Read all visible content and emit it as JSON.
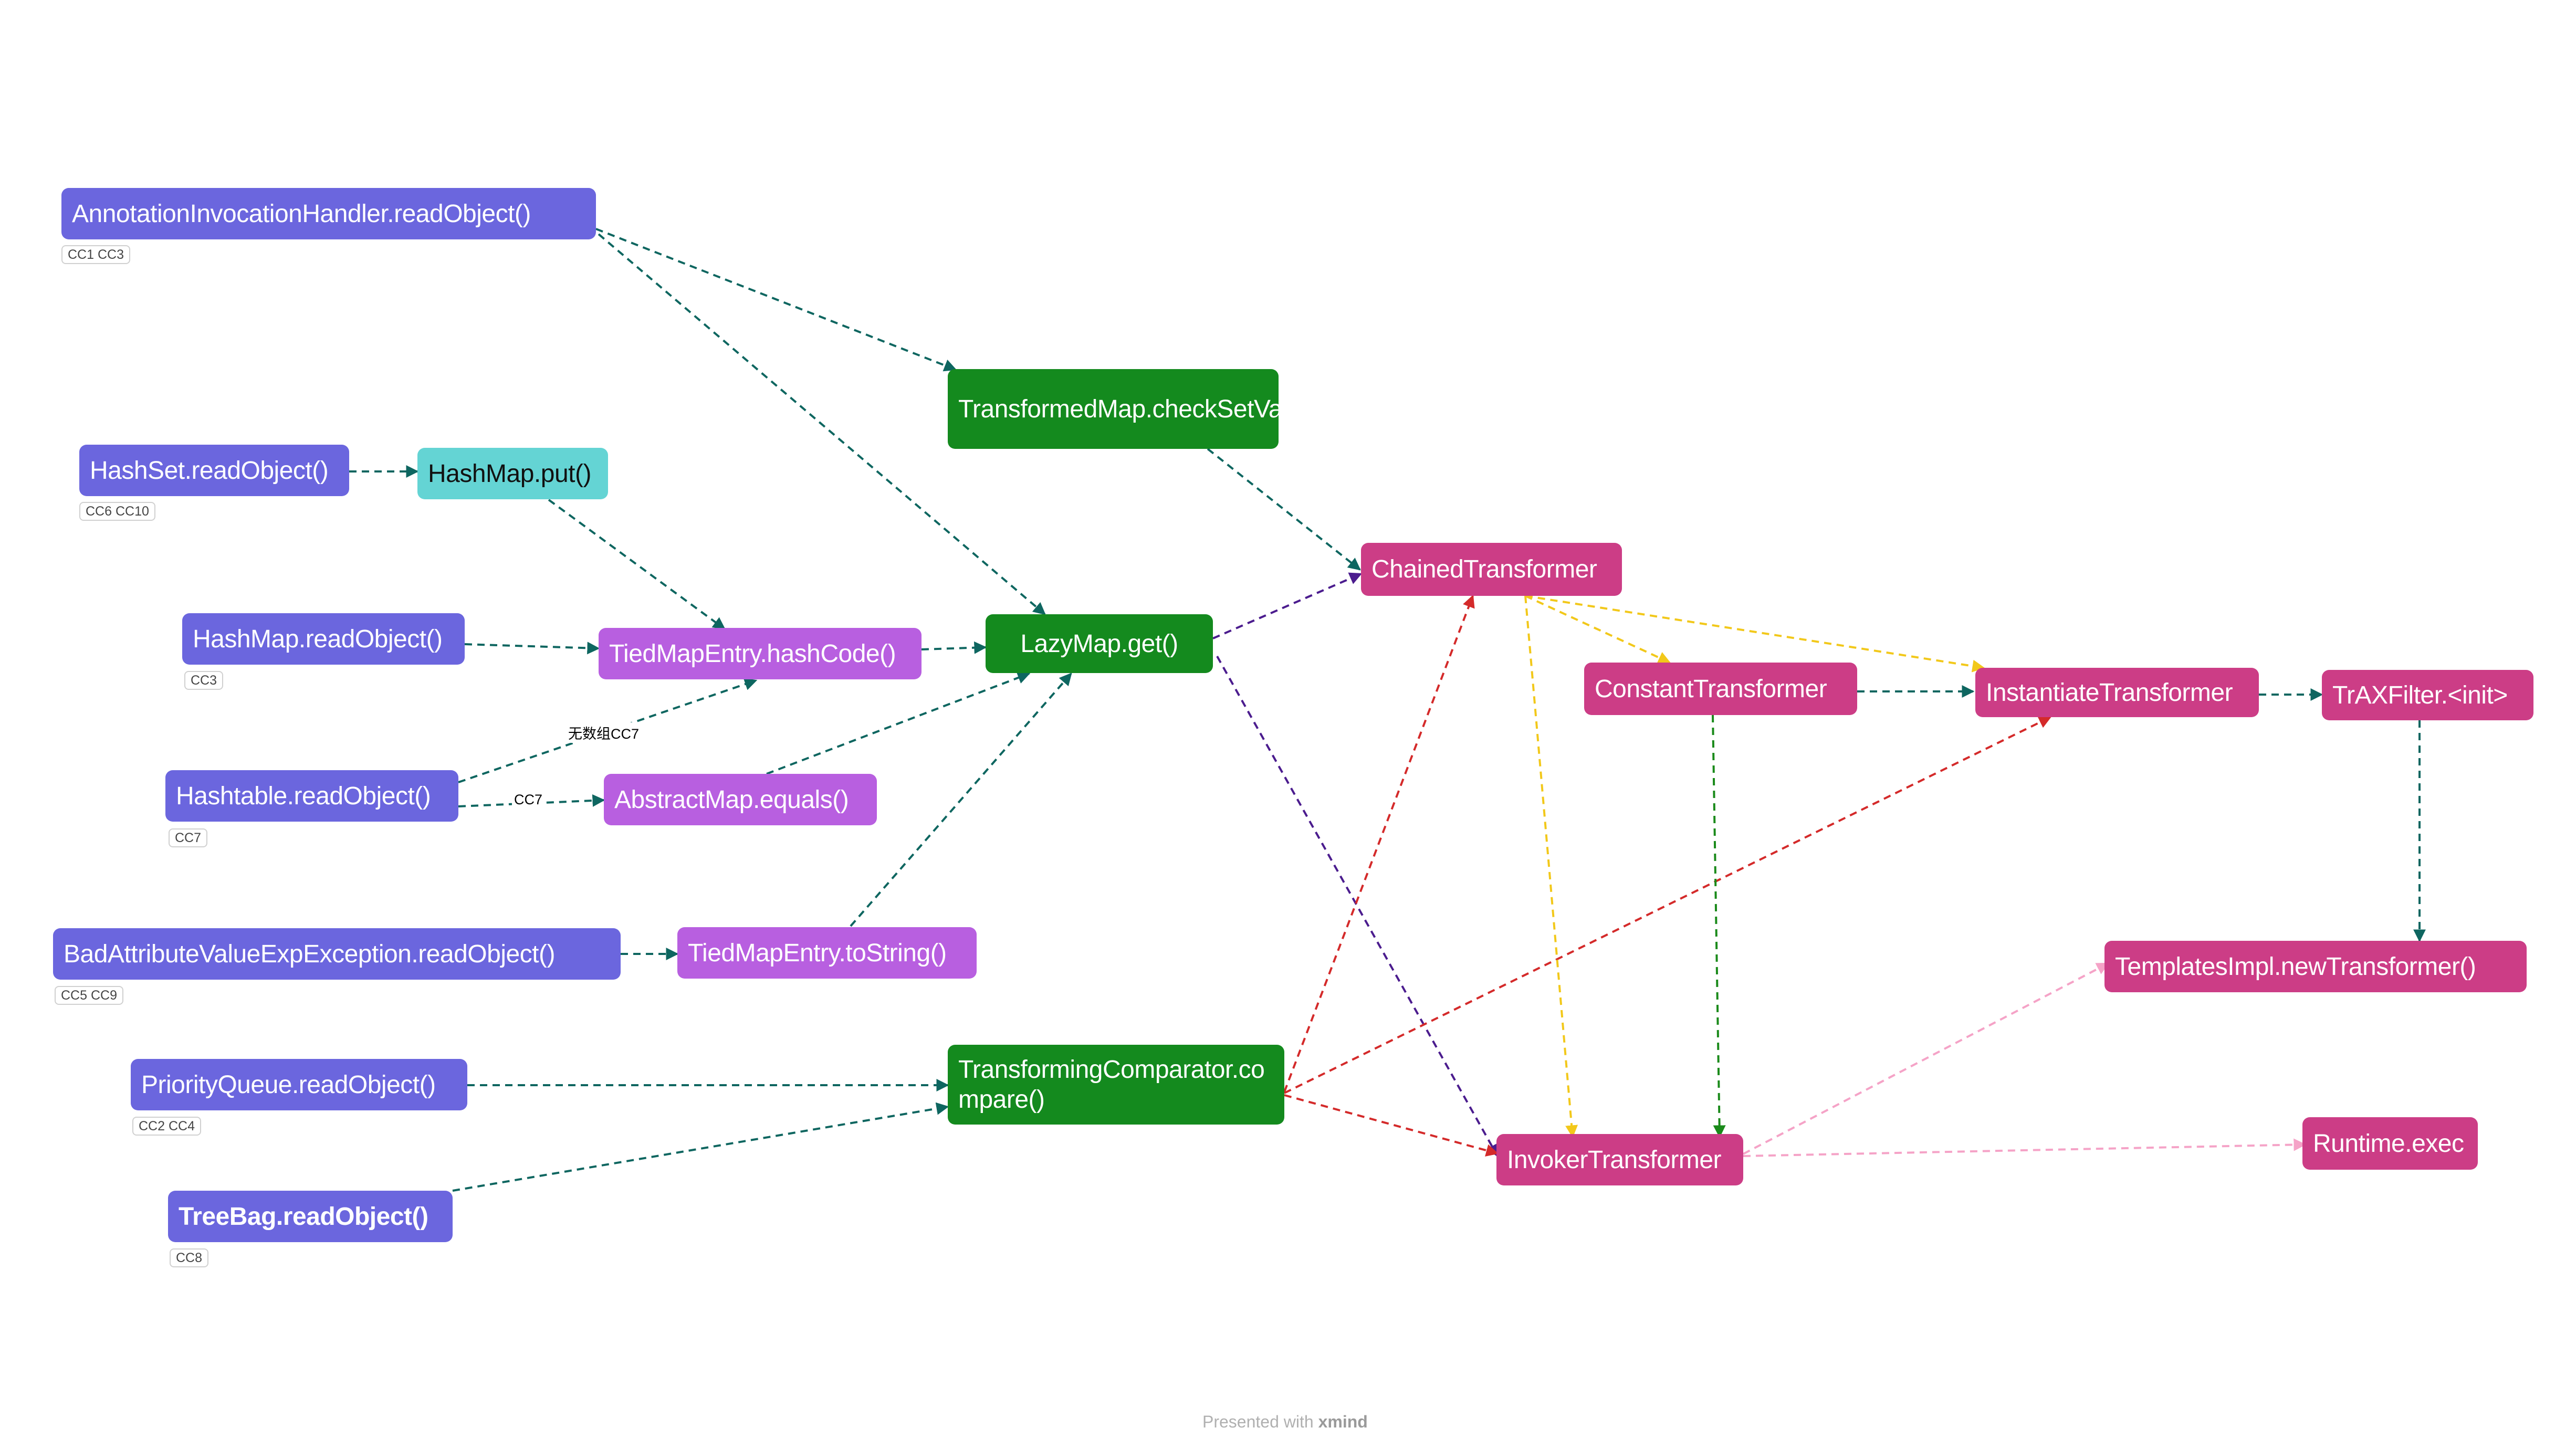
{
  "colors": {
    "source": "#6b66de",
    "purple_node": "#b85fe0",
    "cyan_node": "#64d4d4",
    "green_node": "#148a1e",
    "pink_node": "#cc3d86",
    "edge_teal": "#0e6660",
    "edge_purple": "#4b1c8e",
    "edge_red": "#d42a2a",
    "edge_yellow": "#f2c81a",
    "edge_green": "#1a8a1a",
    "edge_pink": "#f5a3c7"
  },
  "nodes": {
    "annotation_handler": "AnnotationInvocationHandler.readObject()",
    "hashset_read": "HashSet.readObject()",
    "hashmap_put": "HashMap.put()",
    "hashmap_read": "HashMap.readObject()",
    "hashtable_read": "Hashtable.readObject()",
    "badattr_read": "BadAttributeValueExpException.readObject()",
    "priorityqueue_read": "PriorityQueue.readObject()",
    "treebag_read": "TreeBag.readObject()",
    "tied_hashcode": "TiedMapEntry.hashCode()",
    "abstractmap_equals": "AbstractMap.equals()",
    "tied_tostring": "TiedMapEntry.toString()",
    "transformedmap_checkset": "TransformedMap.checkSetValue()",
    "lazymap_get": "LazyMap.get()",
    "transforming_comparator": "TransformingComparator.compare()",
    "chained_transformer": "ChainedTransformer",
    "constant_transformer": "ConstantTransformer",
    "instantiate_transformer": "InstantiateTransformer",
    "traxfilter_init": "TrAXFilter.<init>",
    "templatesimpl_newtransformer": "TemplatesImpl.newTransformer()",
    "invoker_transformer": "InvokerTransformer",
    "runtime_exec": "Runtime.exec"
  },
  "tags": {
    "annotation_handler": "CC1 CC3",
    "hashset_read": "CC6 CC10",
    "hashmap_read": "CC3",
    "hashtable_read": "CC7",
    "badattr_read": "CC5 CC9",
    "priorityqueue_read": "CC2 CC4",
    "treebag_read": "CC8"
  },
  "edge_labels": {
    "no_array_cc7": "无数组CC7",
    "cc7": "CC7"
  },
  "footer": {
    "prefix": "Presented with",
    "brand": "xmind"
  }
}
